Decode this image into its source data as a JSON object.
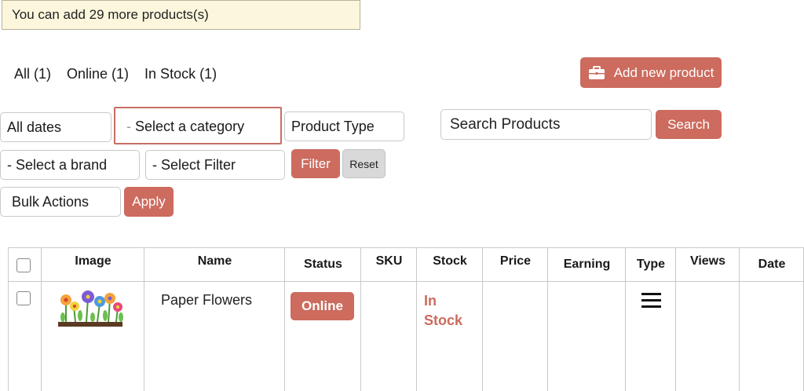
{
  "notice": "You can add 29 more products(s)",
  "tabs": [
    {
      "label": "All (1)"
    },
    {
      "label": "Online (1)"
    },
    {
      "label": "In Stock (1)"
    }
  ],
  "add_button": {
    "label": "Add new product",
    "icon": "briefcase-icon"
  },
  "filters": {
    "dates": "All dates",
    "category": "Select a category",
    "product_type": "Product Type",
    "brand": "Select a brand",
    "filter": "Select Filter",
    "filter_button": "Filter",
    "reset_button": "Reset",
    "bulk": "Bulk Actions",
    "apply_button": "Apply",
    "search_placeholder": "Search Products",
    "search_button": "Search"
  },
  "table": {
    "headers": [
      "Image",
      "Name",
      "Status",
      "SKU",
      "Stock",
      "Price",
      "Earning",
      "Type",
      "Views",
      "Date"
    ],
    "rows": [
      {
        "name": "Paper Flowers",
        "status": "Online",
        "sku": "",
        "stock_line1": "In",
        "stock_line2": "Stock",
        "price": "",
        "earning": "",
        "type_icon": "menu-icon",
        "views": "",
        "date": ""
      }
    ]
  },
  "colors": {
    "accent": "#cc6b5e",
    "notice_bg": "#fbf6dc"
  }
}
